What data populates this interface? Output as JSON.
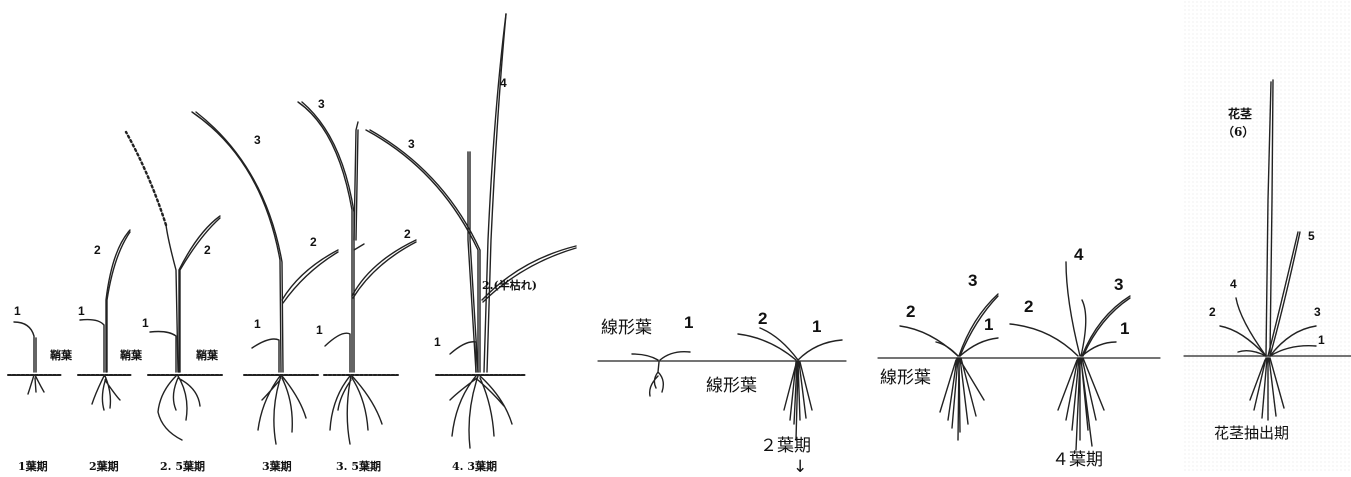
{
  "left_panel": {
    "stages": [
      "1葉期",
      "2葉期",
      "2. 5葉期",
      "3葉期",
      "3. 5葉期",
      "4. 3葉期"
    ],
    "coleoptile_label": "鞘葉",
    "leaf_numbers": [
      "1",
      "2",
      "3",
      "4"
    ],
    "half_withered": "2.(半枯れ)"
  },
  "mid_panel": {
    "linear_leaf": "線形葉",
    "stage_2": "２葉期",
    "stage_4": "４葉期",
    "leaf_numbers": [
      "1",
      "2",
      "3",
      "4"
    ]
  },
  "right_panel": {
    "flower_stalk": "花茎",
    "flower_stalk_no": "（6）",
    "stage": "花茎抽出期",
    "leaf_numbers": [
      "1",
      "2",
      "3",
      "4",
      "5"
    ]
  }
}
